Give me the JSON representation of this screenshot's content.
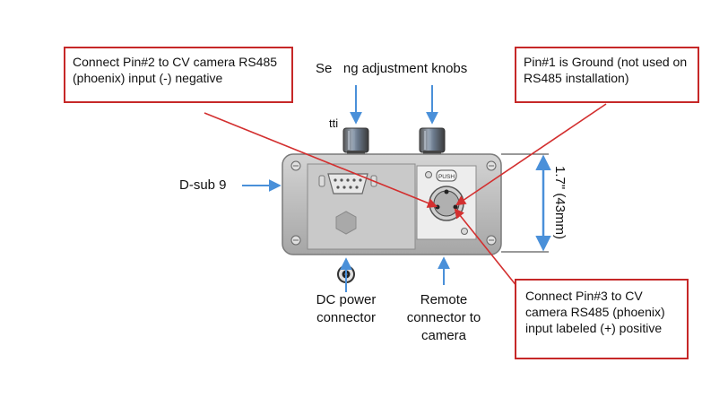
{
  "callouts": {
    "pin2": "Connect Pin#2 to CV camera RS485 (phoenix) input (-) negative",
    "pin1": "Pin#1 is Ground (not used on RS485 installation)",
    "pin3": "Connect Pin#3 to CV camera RS485 (phoenix) input labeled (+) positive"
  },
  "labels": {
    "knobs_title": "Se   ng adjustment knobs",
    "knob_glyph": "tti",
    "dsub": "D-sub 9",
    "dc_power_line1": "DC power",
    "dc_power_line2": "connector",
    "remote_line1": "Remote",
    "remote_line2": "connector to",
    "remote_line3": "camera",
    "dimension": "1.7\"  (43mm)",
    "push_tab": "PUSH"
  },
  "colors": {
    "callout_border": "#c62828",
    "red_arrow": "#d32f2f",
    "blue_arrow": "#4a90d9",
    "box_body": "#b8b8b8"
  }
}
